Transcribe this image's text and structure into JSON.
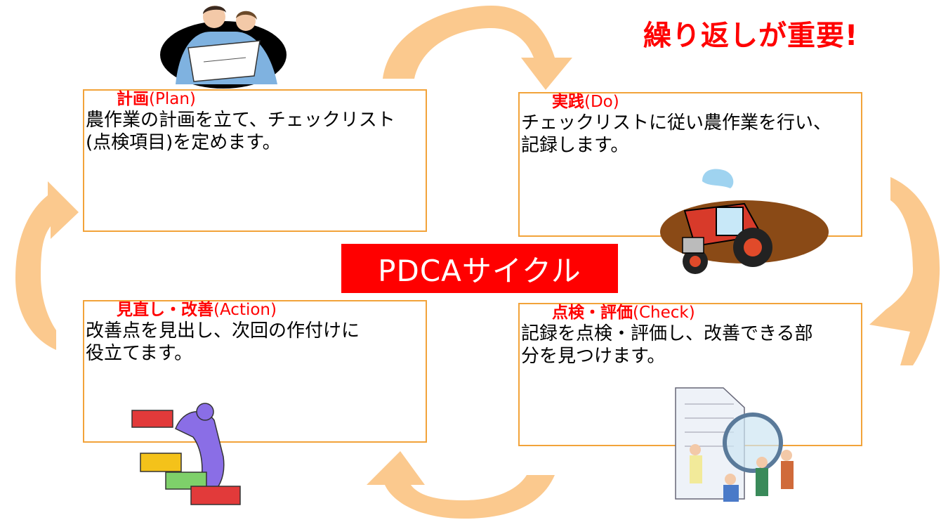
{
  "headline": "繰り返しが重要!",
  "center_label": "PDCAサイクル",
  "colors": {
    "accent_red": "#ff0000",
    "box_border": "#f2a33a",
    "arrow": "#fbc98e"
  },
  "boxes": {
    "plan": {
      "title": "計画",
      "title_en": "(Plan)",
      "lines": [
        "農作業の計画を立て、チェックリスト",
        "(点検項目)を定めます。"
      ]
    },
    "do": {
      "title": "実践",
      "title_en": "(Do)",
      "lines": [
        "チェックリストに従い農作業を行い、",
        "記録します。"
      ]
    },
    "action": {
      "title": "見直し・改善",
      "title_en": "(Action)",
      "lines": [
        "改善点を見出し、次回の作付けに",
        "役立てます。"
      ]
    },
    "check": {
      "title": "点検・評価",
      "title_en": "(Check)",
      "lines": [
        "記録を点検・評価し、改善できる部",
        "分を見つけます。"
      ]
    }
  }
}
